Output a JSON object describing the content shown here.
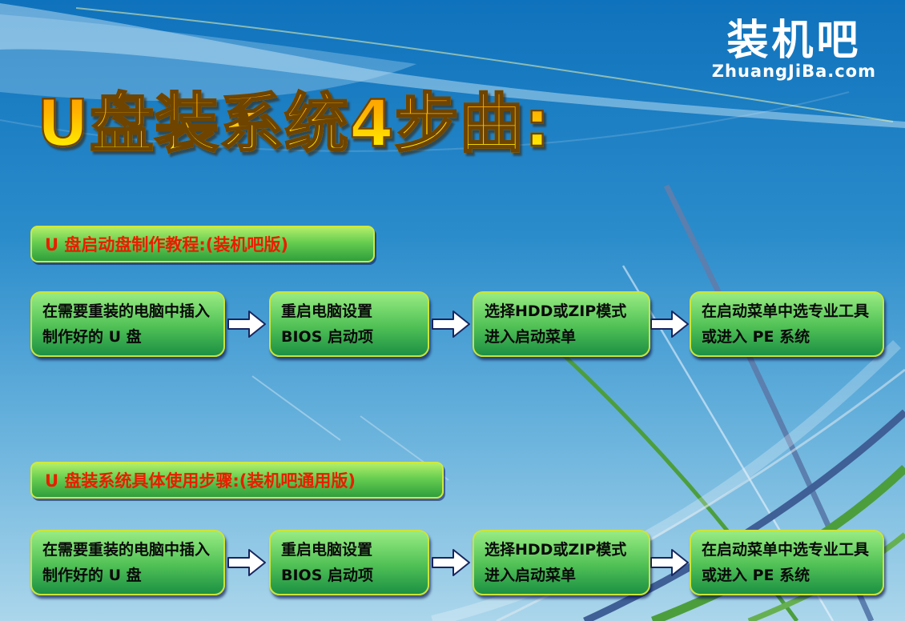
{
  "logo": {
    "brand": "装机吧",
    "site": "ZhuangJiBa.com"
  },
  "title": "U盘装系统4步曲:",
  "sections": [
    {
      "heading": "U 盘启动盘制作教程:(装机吧版)",
      "steps": [
        "在需要重装的电脑中插入制作好的 U 盘",
        "重启电脑设置 BIOS 启动项",
        "选择HDD或ZIP模式进入启动菜单",
        "在启动菜单中选专业工具或进入 PE 系统"
      ]
    },
    {
      "heading": "U 盘装系统具体使用步骤:(装机吧通用版)",
      "steps": [
        "在需要重装的电脑中插入制作好的 U 盘",
        "重启电脑设置 BIOS 启动项",
        "选择HDD或ZIP模式进入启动菜单",
        "在启动菜单中选专业工具或进入 PE 系统"
      ]
    }
  ],
  "icons": {
    "step_connector": "right-block-arrow"
  },
  "colors": {
    "background_top": "#0f72bc",
    "background_bottom": "#abd6eb",
    "title_gradient_top": "#ff8d00",
    "title_gradient_bottom": "#ffe800",
    "banner_text": "#e81e00",
    "box_border": "#cbe437",
    "box_green_top": "#98ec82",
    "box_green_bottom": "#1d9044",
    "arrow_fill": "#ffffff",
    "arrow_outline": "#17265f",
    "logo_text": "#ffffff",
    "grass_green": "#4c9e3d",
    "grass_blue": "#3f5f97"
  }
}
